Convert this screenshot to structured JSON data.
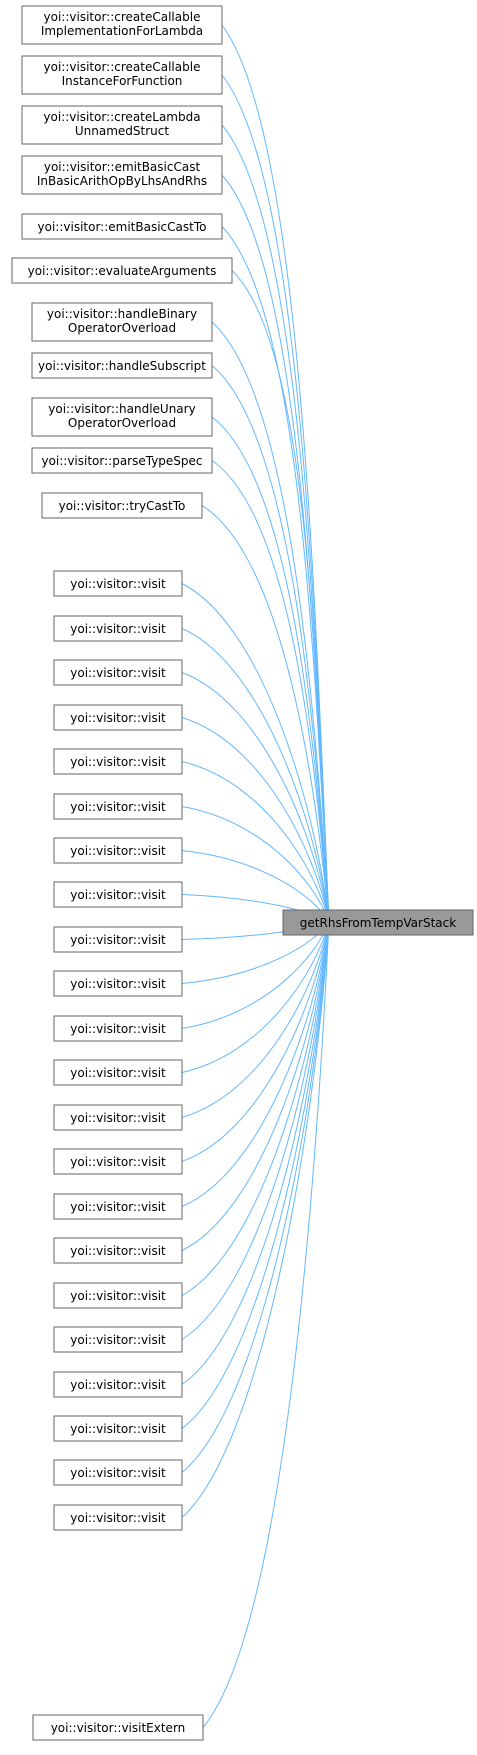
{
  "diagram": {
    "type": "call-graph",
    "target": {
      "label": "getRhsFromTempVarStack"
    },
    "callers": [
      {
        "lines": [
          "yoi::visitor::createCallable",
          "ImplementationForLambda"
        ]
      },
      {
        "lines": [
          "yoi::visitor::createCallable",
          "InstanceForFunction"
        ]
      },
      {
        "lines": [
          "yoi::visitor::createLambda",
          "UnnamedStruct"
        ]
      },
      {
        "lines": [
          "yoi::visitor::emitBasicCast",
          "InBasicArithOpByLhsAndRhs"
        ]
      },
      {
        "lines": [
          "yoi::visitor::emitBasicCastTo"
        ]
      },
      {
        "lines": [
          "yoi::visitor::evaluateArguments"
        ]
      },
      {
        "lines": [
          "yoi::visitor::handleBinary",
          "OperatorOverload"
        ]
      },
      {
        "lines": [
          "yoi::visitor::handleSubscript"
        ]
      },
      {
        "lines": [
          "yoi::visitor::handleUnary",
          "OperatorOverload"
        ]
      },
      {
        "lines": [
          "yoi::visitor::parseTypeSpec"
        ]
      },
      {
        "lines": [
          "yoi::visitor::tryCastTo"
        ]
      },
      {
        "lines": [
          "yoi::visitor::visit"
        ]
      },
      {
        "lines": [
          "yoi::visitor::visit"
        ]
      },
      {
        "lines": [
          "yoi::visitor::visit"
        ]
      },
      {
        "lines": [
          "yoi::visitor::visit"
        ]
      },
      {
        "lines": [
          "yoi::visitor::visit"
        ]
      },
      {
        "lines": [
          "yoi::visitor::visit"
        ]
      },
      {
        "lines": [
          "yoi::visitor::visit"
        ]
      },
      {
        "lines": [
          "yoi::visitor::visit"
        ]
      },
      {
        "lines": [
          "yoi::visitor::visit"
        ]
      },
      {
        "lines": [
          "yoi::visitor::visit"
        ]
      },
      {
        "lines": [
          "yoi::visitor::visit"
        ]
      },
      {
        "lines": [
          "yoi::visitor::visit"
        ]
      },
      {
        "lines": [
          "yoi::visitor::visit"
        ]
      },
      {
        "lines": [
          "yoi::visitor::visit"
        ]
      },
      {
        "lines": [
          "yoi::visitor::visit"
        ]
      },
      {
        "lines": [
          "yoi::visitor::visit"
        ]
      },
      {
        "lines": [
          "yoi::visitor::visit"
        ]
      },
      {
        "lines": [
          "yoi::visitor::visit"
        ]
      },
      {
        "lines": [
          "yoi::visitor::visit"
        ]
      },
      {
        "lines": [
          "yoi::visitor::visit"
        ]
      },
      {
        "lines": [
          "yoi::visitor::visit"
        ]
      },
      {
        "lines": [
          "yoi::visitor::visit"
        ]
      },
      {
        "lines": [
          "yoi::visitor::visitExtern"
        ]
      }
    ],
    "colors": {
      "edge": "#63b8ff",
      "node_border": "#666666",
      "node_fill": "#ffffff",
      "target_fill": "#999999",
      "text": "#000000"
    }
  }
}
